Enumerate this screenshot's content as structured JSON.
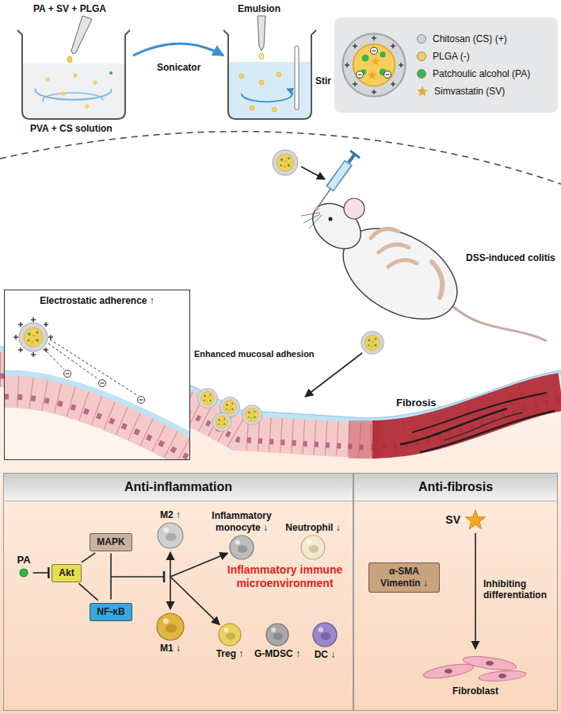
{
  "diagram": {
    "nodes": [
      {
        "text": [
          "Electrostatic adherence ↑"
        ]
      },
      {
        "text": [
          "Anti-inflammation"
        ]
      },
      {
        "text": [
          "PA"
        ],
        "in": 1
      },
      {
        "text": [
          "Akt"
        ],
        "in": 1
      },
      {
        "text": [
          "MAPK"
        ],
        "in": 1
      },
      {
        "text": [
          "NF-κB"
        ],
        "in": 1
      },
      {
        "text": [
          "M2 ↑"
        ],
        "in": 1
      },
      {
        "text": [
          "Inflammatory monocyte ↓"
        ],
        "in": 1
      },
      {
        "text": [
          "Neutrophil ↓"
        ],
        "in": 1
      },
      {
        "text": [
          "M1 ↓"
        ],
        "in": 1
      },
      {
        "text": [
          "Treg ↑"
        ],
        "in": 1
      },
      {
        "text": [
          "G-MDSC ↑"
        ],
        "in": 1
      },
      {
        "text": [
          "DC ↓"
        ],
        "in": 1
      },
      {
        "text": [
          "Anti-fibrosis"
        ]
      },
      {
        "text": [
          "SV"
        ],
        "in": 13
      },
      {
        "text": [
          "α-SMA Vimentin ↓"
        ],
        "in": 13
      },
      {
        "text": [
          "Fibroblast"
        ],
        "in": 13
      }
    ],
    "edges": [
      {
        "from": 2,
        "to": 3,
        "arrow": "to"
      },
      {
        "from": 3,
        "to": 4,
        "arrow": "none"
      },
      {
        "from": 3,
        "to": 5,
        "arrow": "none"
      },
      {
        "from": 4,
        "to": 5,
        "arrow": "none"
      },
      {
        "from": 14,
        "to": 16,
        "arrow": "to",
        "label": "Inhibiting differentiation"
      }
    ],
    "labels": [
      "PA + SV + PLGA",
      "Emulsion",
      "Sonicator",
      "Stir",
      "PVA + CS solution",
      "DSS-induced colitis",
      "Enhanced mucosal adhesion",
      "Fibrosis",
      "Inflammatory immune microenvironment"
    ],
    "legend": [
      {
        "text": "Chitosan (CS) (+)",
        "color": "#cfd2d4"
      },
      {
        "text": "PLGA (-)",
        "color": "#f6cf5a"
      },
      {
        "text": "Patchoulic alcohol (PA)",
        "color": "#3bb54a"
      },
      {
        "text": "Simvastatin (SV)"
      }
    ]
  }
}
